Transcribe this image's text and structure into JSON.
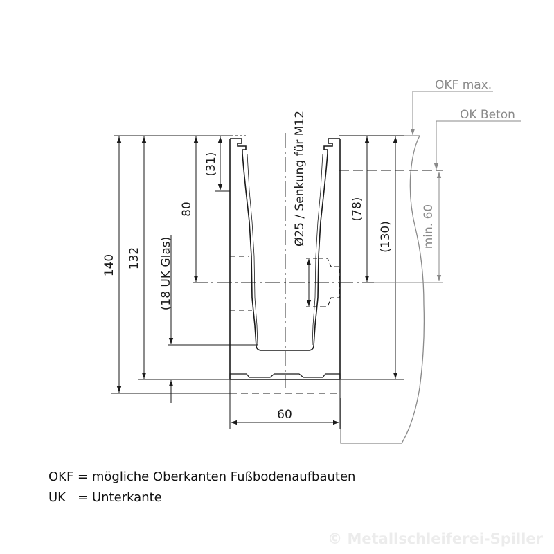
{
  "dimensions": {
    "d140": "140",
    "d132": "132",
    "d18": "(18 UK Glas)",
    "d80": "80",
    "d31": "(31)",
    "hole": "Ø25 / Senkung für M12",
    "d78": "(78)",
    "d130": "(130)",
    "dmin60": "min. 60",
    "d60": "60"
  },
  "callouts": {
    "okf": "OKF max.",
    "ok_beton": "OK Beton"
  },
  "legend": {
    "line1": "OKF = mögliche Oberkanten Fußbodenaufbauten",
    "line2": "UK   = Unterkante"
  },
  "watermark": "© Metallschleiferei-Spiller",
  "colors": {
    "line": "#1a1a1a",
    "callout": "#8a8a8a"
  }
}
